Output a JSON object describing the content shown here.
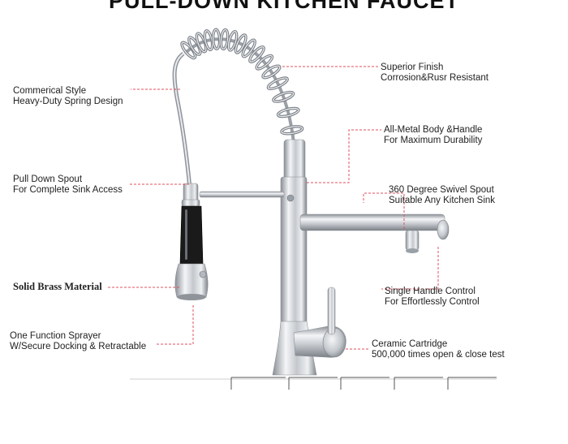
{
  "title": "PULL-DOWN KITCHEN FAUCET",
  "colors": {
    "leader": "#e0505f",
    "chrome": "#c9ccd1",
    "chrome_dark": "#7f848b",
    "sprayer_band": "#1a1a1a"
  },
  "callouts": {
    "superior_finish": {
      "line1": "Superior Finish",
      "line2": "Corrosion&Rusr Resistant"
    },
    "commercial_style": {
      "line1": "Commerical Style",
      "line2": "Heavy-Duty Spring Design"
    },
    "all_metal": {
      "line1": "All-Metal Body &Handle",
      "line2": "For Maximum Durability"
    },
    "pull_down_spout": {
      "line1": "Pull Down Spout",
      "line2": "For Complete Sink Access"
    },
    "swivel_spout": {
      "line1": "360 Degree Swivel Spout",
      "line2": "Suitable Any Kitchen Sink"
    },
    "solid_brass": {
      "line1": "Solid Brass Material"
    },
    "single_handle": {
      "line1": "Single Handle Control",
      "line2": "For Effortlessly Control"
    },
    "one_function_sprayer": {
      "line1": "One Function Sprayer",
      "line2": "W/Secure Docking & Retractable"
    },
    "ceramic_cartridge": {
      "line1": "Ceramic Cartridge",
      "line2": "500,000 times open & close test"
    }
  }
}
